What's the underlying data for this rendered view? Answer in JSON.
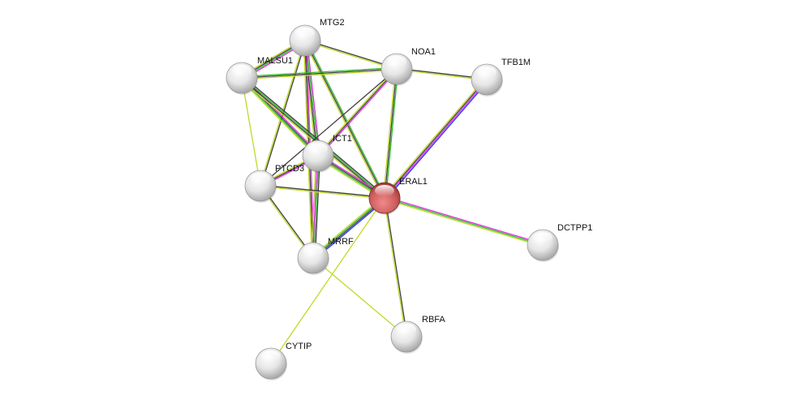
{
  "network": {
    "query_protein": "ERAL1",
    "colors": {
      "k": "#3f3f3f",
      "y": "#c2d82a",
      "g": "#2fb82f",
      "m": "#e030e0",
      "b": "#2b2bff",
      "node_fill": "#e8e8e8",
      "query_fill": "#d26a6a"
    },
    "nodes": [
      {
        "id": "MTG2",
        "label": "MTG2"
      },
      {
        "id": "MALSU1",
        "label": "MALSU1"
      },
      {
        "id": "NOA1",
        "label": "NOA1"
      },
      {
        "id": "TFB1M",
        "label": "TFB1M"
      },
      {
        "id": "ICT1",
        "label": "ICT1"
      },
      {
        "id": "PTCD3",
        "label": "PTCD3"
      },
      {
        "id": "ERAL1",
        "label": "ERAL1"
      },
      {
        "id": "MRRF",
        "label": "MRRF"
      },
      {
        "id": "DCTPP1",
        "label": "DCTPP1"
      },
      {
        "id": "RBFA",
        "label": "RBFA"
      },
      {
        "id": "CYTIP",
        "label": "CYTIP"
      }
    ],
    "edges": [
      {
        "source": "MTG2",
        "target": "MALSU1",
        "channels": [
          "m",
          "g",
          "k",
          "y"
        ]
      },
      {
        "source": "MTG2",
        "target": "NOA1",
        "channels": [
          "k",
          "y"
        ]
      },
      {
        "source": "MTG2",
        "target": "ICT1",
        "channels": [
          "m",
          "g",
          "k",
          "y"
        ]
      },
      {
        "source": "MTG2",
        "target": "ERAL1",
        "channels": [
          "g",
          "k",
          "y"
        ]
      },
      {
        "source": "MTG2",
        "target": "PTCD3",
        "channels": [
          "k",
          "y"
        ]
      },
      {
        "source": "MTG2",
        "target": "MRRF",
        "channels": [
          "m",
          "k",
          "y"
        ]
      },
      {
        "source": "MALSU1",
        "target": "NOA1",
        "channels": [
          "g",
          "k",
          "y"
        ]
      },
      {
        "source": "MALSU1",
        "target": "ICT1",
        "channels": [
          "m",
          "k",
          "g",
          "y"
        ]
      },
      {
        "source": "MALSU1",
        "target": "ERAL1",
        "channels": [
          "k",
          "g",
          "k",
          "y"
        ]
      },
      {
        "source": "MALSU1",
        "target": "PTCD3",
        "channels": [
          "y"
        ]
      },
      {
        "source": "NOA1",
        "target": "TFB1M",
        "channels": [
          "k",
          "y"
        ]
      },
      {
        "source": "NOA1",
        "target": "ICT1",
        "channels": [
          "m",
          "k",
          "y"
        ]
      },
      {
        "source": "NOA1",
        "target": "ERAL1",
        "channels": [
          "g",
          "k",
          "y"
        ]
      },
      {
        "source": "NOA1",
        "target": "PTCD3",
        "channels": [
          "k"
        ]
      },
      {
        "source": "TFB1M",
        "target": "ERAL1",
        "channels": [
          "b",
          "m",
          "k",
          "y"
        ]
      },
      {
        "source": "ICT1",
        "target": "ERAL1",
        "channels": [
          "m",
          "k",
          "g",
          "y"
        ]
      },
      {
        "source": "ICT1",
        "target": "PTCD3",
        "channels": [
          "m",
          "k",
          "y"
        ]
      },
      {
        "source": "ICT1",
        "target": "MRRF",
        "channels": [
          "k",
          "g",
          "m",
          "y"
        ]
      },
      {
        "source": "PTCD3",
        "target": "ERAL1",
        "channels": [
          "k",
          "y"
        ]
      },
      {
        "source": "PTCD3",
        "target": "MRRF",
        "channels": [
          "k",
          "y"
        ]
      },
      {
        "source": "ERAL1",
        "target": "MRRF",
        "channels": [
          "b",
          "k",
          "g",
          "y"
        ]
      },
      {
        "source": "ERAL1",
        "target": "DCTPP1",
        "channels": [
          "m",
          "g",
          "y"
        ]
      },
      {
        "source": "ERAL1",
        "target": "RBFA",
        "channels": [
          "k",
          "y"
        ]
      },
      {
        "source": "ERAL1",
        "target": "CYTIP",
        "channels": [
          "y"
        ]
      },
      {
        "source": "MRRF",
        "target": "RBFA",
        "channels": [
          "y"
        ]
      }
    ]
  }
}
